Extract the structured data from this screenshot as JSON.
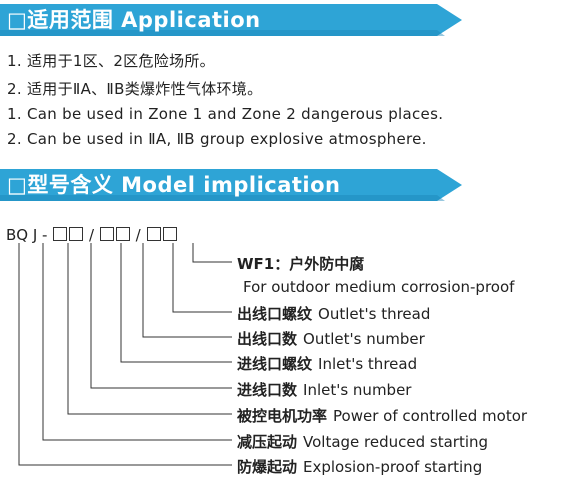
{
  "section1": {
    "title": "□适用范围 Application",
    "lines": [
      "1. 适用于1区、2区危险场所。",
      "2. 适用于ⅡA、ⅡB类爆炸性气体环境。",
      "1. Can be used in Zone 1 and Zone 2 dangerous places.",
      "2. Can be used in ⅡA, ⅡB group explosive atmosphere."
    ]
  },
  "section2": {
    "title": "□型号含义 Model implication",
    "code_prefix": "BQ J -",
    "slash": "/",
    "labels": [
      {
        "cn": "WF1：户外防中腐",
        "en": ""
      },
      {
        "cn": "",
        "en": "For outdoor medium corrosion-proof"
      },
      {
        "cn": "出线口螺纹",
        "en": "Outlet's thread"
      },
      {
        "cn": "出线口数",
        "en": "Outlet's number"
      },
      {
        "cn": "进线口螺纹",
        "en": "Inlet's thread"
      },
      {
        "cn": "进线口数",
        "en": "Inlet's number"
      },
      {
        "cn": "被控电机功率",
        "en": "Power of controlled motor"
      },
      {
        "cn": "减压起动",
        "en": "Voltage reduced starting"
      },
      {
        "cn": "防爆起动",
        "en": "Explosion-proof starting"
      }
    ]
  },
  "colors": {
    "banner": "#2ea4d6"
  }
}
